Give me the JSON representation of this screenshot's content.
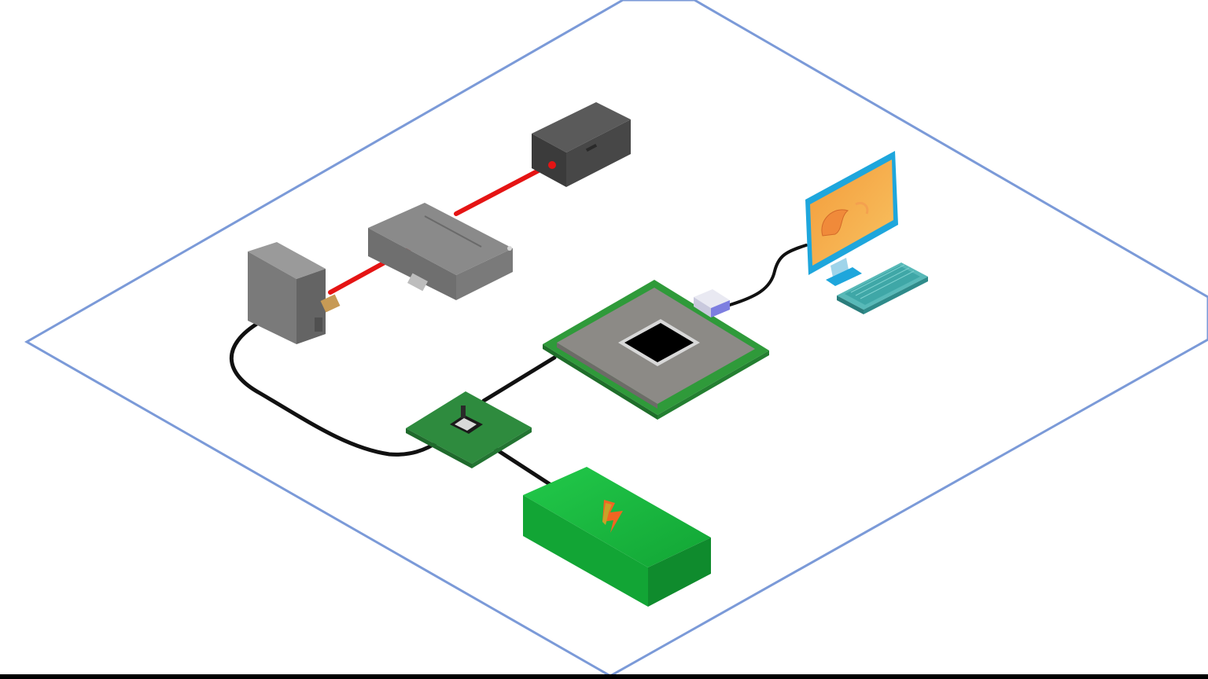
{
  "colors": {
    "background": "#ffffff",
    "platform_outline": "#7b9ad8",
    "data_cable": "#e51414",
    "power_cable": "#111111",
    "device_gray": "#7c7c7c",
    "device_dark": "#3e3e3e",
    "pcb_green": "#2e8b3e",
    "battery_green": "#16b33a",
    "monitor_frame": "#1ea6dc",
    "monitor_screen": "#f6b24c",
    "keyboard": "#3fa7a7"
  },
  "nodes": [
    {
      "id": "sensor-module",
      "icon": "dark-box-icon"
    },
    {
      "id": "relay-box",
      "icon": "gray-box-icon"
    },
    {
      "id": "controller-box",
      "icon": "gray-tower-icon"
    },
    {
      "id": "main-board",
      "icon": "circuit-board-icon"
    },
    {
      "id": "small-board",
      "icon": "chip-icon"
    },
    {
      "id": "battery",
      "icon": "battery-bolt-icon"
    },
    {
      "id": "computer",
      "icon": "monitor-icon"
    }
  ],
  "links": [
    {
      "from": "controller-box",
      "to": "relay-box",
      "kind": "data"
    },
    {
      "from": "relay-box",
      "to": "sensor-module",
      "kind": "data"
    },
    {
      "from": "controller-box",
      "to": "small-board",
      "kind": "power"
    },
    {
      "from": "small-board",
      "to": "main-board",
      "kind": "power"
    },
    {
      "from": "small-board",
      "to": "battery",
      "kind": "power"
    },
    {
      "from": "main-board",
      "to": "computer",
      "kind": "power"
    }
  ]
}
